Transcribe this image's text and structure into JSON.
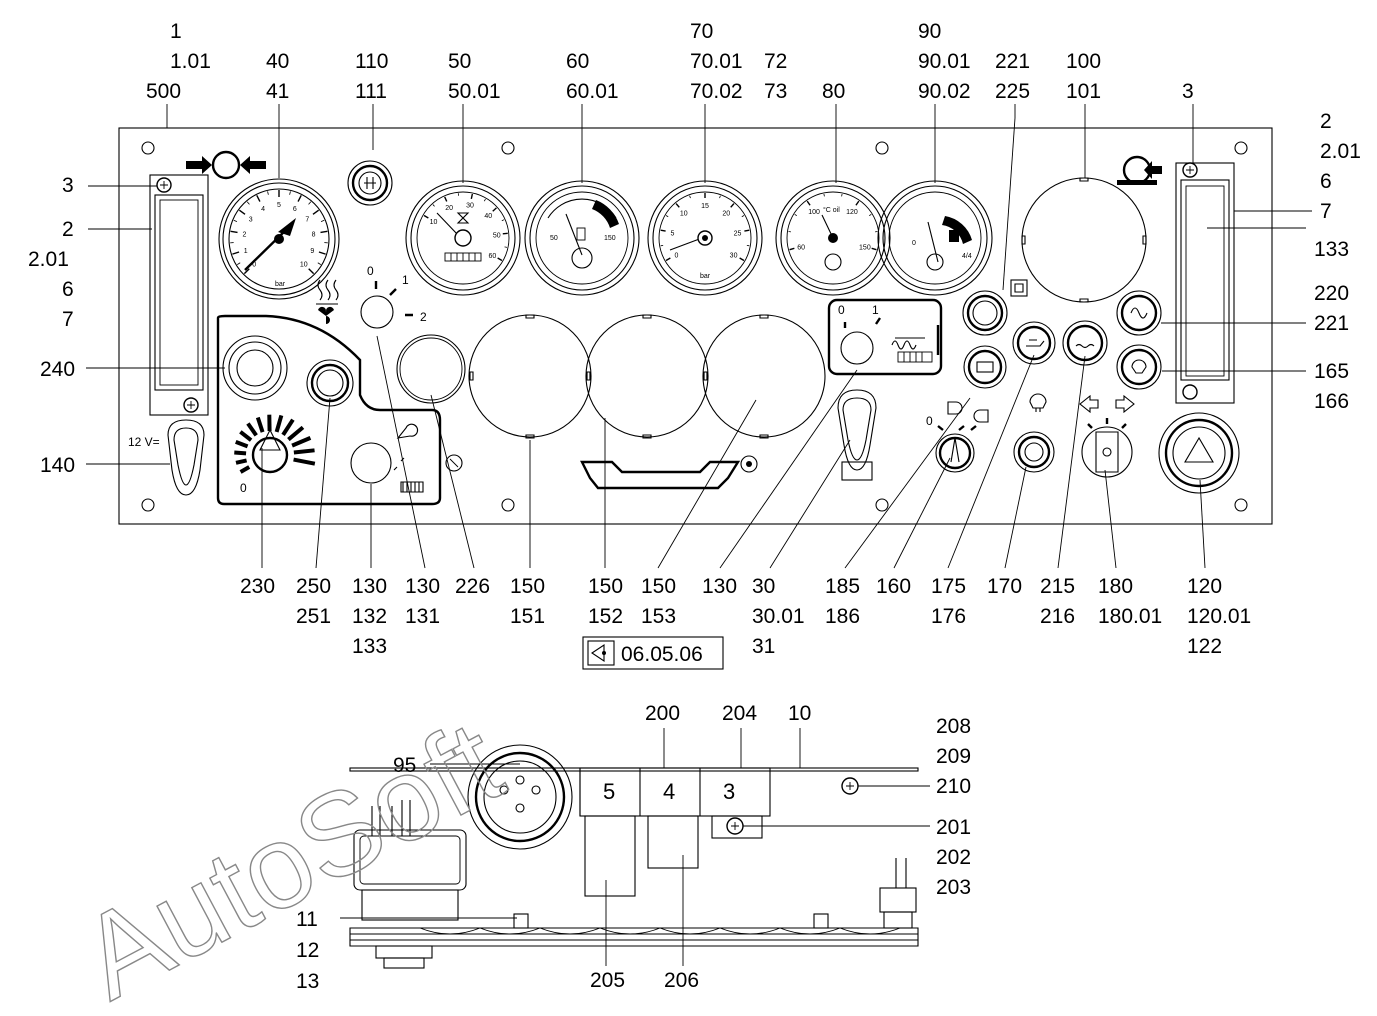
{
  "labels_top": {
    "c1": [
      "1",
      "1.01",
      "500"
    ],
    "c2": [
      "40",
      "41"
    ],
    "c3": [
      "110",
      "111"
    ],
    "c4": [
      "50",
      "50.01"
    ],
    "c5": [
      "60",
      "60.01"
    ],
    "c6": [
      "70",
      "70.01",
      "70.02"
    ],
    "c7": [
      "72",
      "73"
    ],
    "c8": [
      "80"
    ],
    "c9": [
      "90",
      "90.01",
      "90.02"
    ],
    "c10": [
      "221",
      "225"
    ],
    "c11": [
      "100",
      "101"
    ],
    "c12": [
      "3"
    ]
  },
  "labels_left": [
    "3",
    "2",
    "2.01",
    "6",
    "7",
    "240",
    "140"
  ],
  "labels_right": [
    "2",
    "2.01",
    "6",
    "7",
    "133",
    "220",
    "221",
    "165",
    "166"
  ],
  "labels_bottom": {
    "b1": [
      "230"
    ],
    "b2": [
      "250",
      "251"
    ],
    "b3": [
      "130",
      "132",
      "133"
    ],
    "b4": [
      "130",
      "131"
    ],
    "b5": [
      "226"
    ],
    "b6": [
      "150",
      "151"
    ],
    "b7": [
      "150",
      "152"
    ],
    "b8": [
      "150",
      "153"
    ],
    "b9": [
      "130"
    ],
    "b10": [
      "30",
      "30.01",
      "31"
    ],
    "b11": [
      "185",
      "186"
    ],
    "b12": [
      "160"
    ],
    "b13": [
      "175",
      "176"
    ],
    "b14": [
      "170"
    ],
    "b15": [
      "215",
      "216"
    ],
    "b16": [
      "180",
      "180.01"
    ],
    "b17": [
      "120",
      "120.01",
      "122"
    ]
  },
  "date_box": "06.05.06",
  "panel_text": {
    "socket_voltage": "12 V=",
    "switch_pos_0": "0",
    "switch_pos_1": "1",
    "switch_pos_2": "2",
    "knob_pos_0": "0",
    "glow_pos_0": "0",
    "glow_pos_1": "1",
    "light_pos_0": "0"
  },
  "gauges": {
    "pressure": {
      "unit": "bar",
      "ticks": [
        "0",
        "1",
        "2",
        "3",
        "4",
        "5",
        "6",
        "7",
        "8",
        "9",
        "10"
      ]
    },
    "tachograph": {
      "ticks": [
        "10",
        "20",
        "30",
        "40",
        "50",
        "60"
      ]
    },
    "voltmeter": {
      "ticks": [
        "50",
        "150"
      ]
    },
    "speed": {
      "unit": "bar",
      "ticks": [
        "0",
        "5",
        "10",
        "15",
        "20",
        "25",
        "30"
      ]
    },
    "temperature": {
      "unit": "°C oil",
      "ticks": [
        "60",
        "100",
        "120",
        "150"
      ]
    },
    "fuel": {
      "ticks": [
        "0",
        "4/4"
      ]
    }
  },
  "lower_labels": {
    "top": [
      "200",
      "204",
      "10"
    ],
    "top_right": [
      "208",
      "209",
      "210"
    ],
    "left": [
      "95"
    ],
    "right_mid": [
      "201",
      "202",
      "203"
    ],
    "left_bottom": [
      "11",
      "12",
      "13"
    ],
    "bottom": [
      "205",
      "206"
    ]
  },
  "fuse_numbers": [
    "5",
    "4",
    "3"
  ],
  "watermark": "AutoSoft"
}
